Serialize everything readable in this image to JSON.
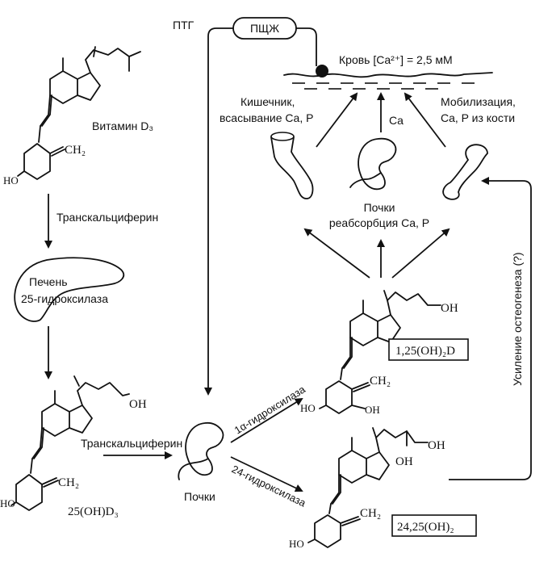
{
  "labels": {
    "ptg": "ПТГ",
    "pschzh": "ПЩЖ",
    "blood": "Кровь [Ca²⁺] = 2,5 мМ",
    "intestine_1": "Кишечник,",
    "intestine_2": "всасывание Ca, P",
    "kidney_top": "Ca",
    "mobilization_1": "Мобилизация,",
    "mobilization_2": "Ca, P из кости",
    "kidney_reabs_1": "Почки",
    "kidney_reabs_2": "реабсорбция Ca, P",
    "vitamin_d3": "Витамин D₃",
    "transcalciferin_1": "Транскальциферин",
    "liver_1": "Печень",
    "liver_2": "25-гидроксилаза",
    "transcalciferin_2": "Транскальциферин",
    "kidneys_bottom": "Почки",
    "oh25_d3": "25(OH)D₃",
    "alpha_hydroxylase": "1α-гидроксилаза",
    "hydroxylase_24": "24-гидроксилаза",
    "dihydroxy_125": "1,25(OH)₂D",
    "dihydroxy_2425": "24,25(OH)₂",
    "osteogenesis": "Усиление остеогенеза (?)",
    "ch2_a": "CH₂",
    "ch2_b": "CH₂",
    "ch2_c": "CH₂",
    "ch2_d": "CH₂",
    "ho_a": "HO",
    "ho_b": "HO",
    "ho_c": "HO",
    "ho_d": "HO",
    "oh_a": "OH",
    "oh_b": "OH",
    "oh_c": "OH",
    "oh_d": "OH",
    "oh_e": "OH"
  }
}
